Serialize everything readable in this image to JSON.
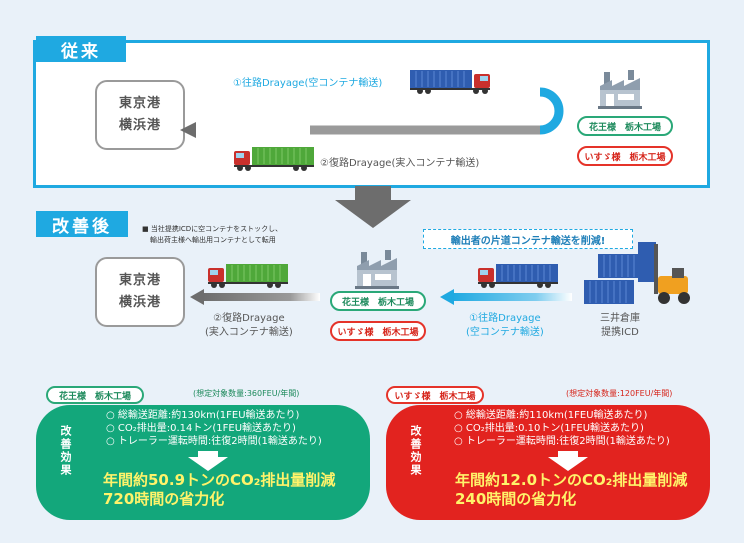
{
  "before": {
    "tag": "従来",
    "port": [
      "東京港",
      "横浜港"
    ],
    "outbound_label": "①往路Drayage(空コンテナ輸送)",
    "return_label": "②復路Drayage(実入コンテナ輸送)",
    "kao_factory": "花王様　栃木工場",
    "isuzu_factory": "いすゞ様　栃木工場"
  },
  "after": {
    "tag": "改善後",
    "note_line1": "■ 当社提携ICDに空コンテナをストックし、",
    "note_line2": "輸出荷主様へ輸出用コンテナとして転用",
    "callout": "輸出者の片道コンテナ輸送を削減!",
    "port": [
      "東京港",
      "横浜港"
    ],
    "return_label_line1": "②復路Drayage",
    "return_label_line2": "(実入コンテナ輸送)",
    "outbound_label_line1": "①往路Drayage",
    "outbound_label_line2": "(空コンテナ輸送)",
    "kao_factory": "花王様　栃木工場",
    "isuzu_factory": "いすゞ様　栃木工場",
    "icd_line1": "三井倉庫",
    "icd_line2": "提携ICD"
  },
  "effects": [
    {
      "company": "花王様　栃木工場",
      "volume": "(想定対象数量:360FEU/年間)",
      "vertical": "改善効果",
      "bullets": [
        "○ 総輸送距離:約130km(1FEU輸送あたり)",
        "○ CO₂排出量:0.14トン(1FEU輸送あたり)",
        "○ トレーラー運転時間:往復2時間(1輸送あたり)"
      ],
      "highlight1": "年間約50.9トンのCO₂排出量削減",
      "highlight2": "720時間の省力化",
      "color": "#13a77b"
    },
    {
      "company": "いすゞ様　栃木工場",
      "volume": "(想定対象数量:120FEU/年間)",
      "vertical": "改善効果",
      "bullets": [
        "○ 総輸送距離:約110km(1FEU輸送あたり)",
        "○ CO₂排出量:0.10トン(1FEU輸送あたり)",
        "○ トレーラー運転時間:往復2時間(1輸送あたり)"
      ],
      "highlight1": "年間約12.0トンのCO₂排出量削減",
      "highlight2": "240時間の省力化",
      "color": "#e2231f"
    }
  ],
  "colors": {
    "accent": "#1fa9e1",
    "arrow_gray": "#6d6d6d",
    "container_blue": "#2f5db0",
    "container_green": "#4fa83a",
    "truck_red": "#c9302c",
    "highlight": "#fff36a"
  }
}
